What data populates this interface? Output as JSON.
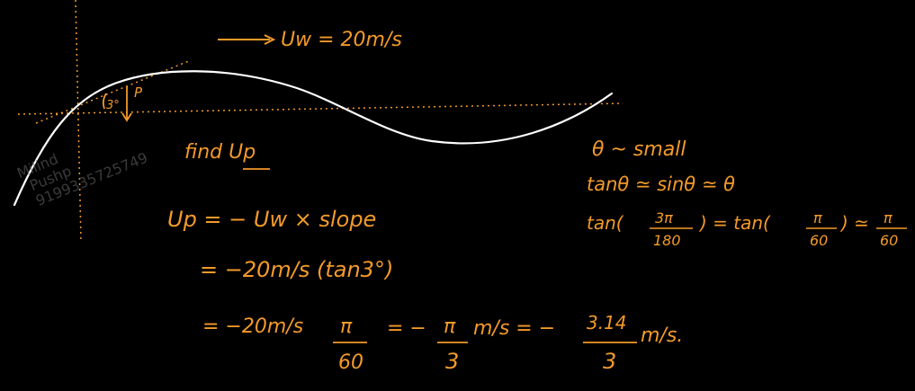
{
  "colors": {
    "background": "#000000",
    "ink": "#f39a2a",
    "curve": "#ffffff",
    "watermark": "#6a6a6a"
  },
  "wave": {
    "velocity_label": "Uw = 20m/s",
    "angle_label": "3°",
    "point_label": "P"
  },
  "watermark": {
    "line1": "Milind",
    "line2": "Pushp",
    "line3": "9199335725749"
  },
  "left": {
    "task": "find Up",
    "eq1": "Up = − Uw × slope",
    "eq2": "= −20m/s (tan3°)",
    "eq3_prefix": "= −20m/s",
    "frac1_num": "π",
    "frac1_den": "60",
    "eq3_mid": "= −",
    "frac2_num": "π",
    "frac2_den": "3",
    "eq3_mid2": "m/s = −",
    "frac3_num": "3.14",
    "frac3_den": "3",
    "eq3_end": "m/s."
  },
  "right": {
    "line1": "θ ~ small",
    "line2": "tanθ ≃ sinθ ≃ θ",
    "line3_prefix": "tan(",
    "frac_a_num": "3π",
    "frac_a_den": "180",
    "line3_mid": ") = tan(",
    "frac_b_num": "π",
    "frac_b_den": "60",
    "line3_end": ") ≃",
    "frac_c_num": "π",
    "frac_c_den": "60"
  }
}
